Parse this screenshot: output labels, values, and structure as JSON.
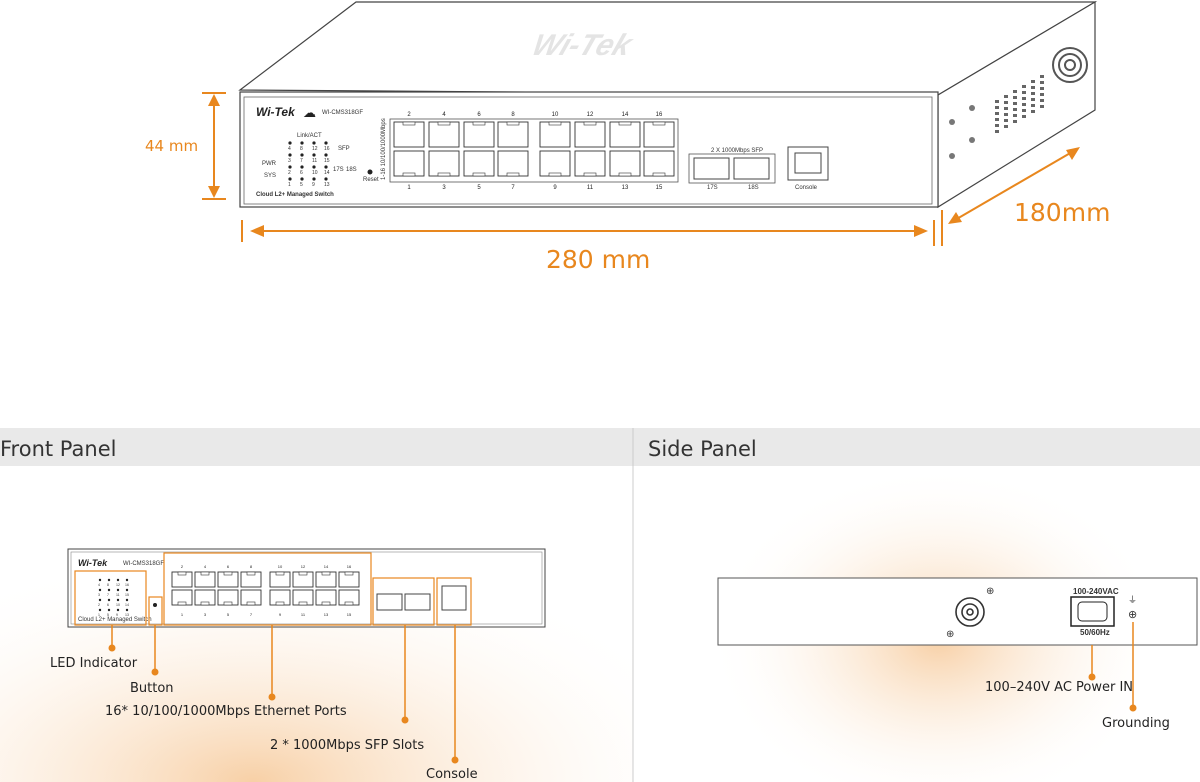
{
  "product": {
    "brand": "Wi-Tek",
    "model": "WI-CMS318GF",
    "description": "Cloud L2+ Managed Switch",
    "link_act_label": "Link/ACT",
    "pwr_label": "PWR",
    "sys_label": "SYS",
    "sfp_led_label": "SFP",
    "reset_label": "Reset",
    "port_speed_label": "1-16 10/100/1000Mbps",
    "ports_top": [
      "2",
      "4",
      "6",
      "8",
      "10",
      "12",
      "14",
      "16"
    ],
    "ports_bottom": [
      "1",
      "3",
      "5",
      "7",
      "9",
      "11",
      "13",
      "15"
    ],
    "sfp_header": "2 X 1000Mbps SFP",
    "sfp_ports": [
      "17S",
      "18S"
    ],
    "console_label": "Console",
    "led_numbers": [
      [
        "4",
        "8",
        "12",
        "16"
      ],
      [
        "3",
        "7",
        "11",
        "15"
      ],
      [
        "2",
        "6",
        "10",
        "14"
      ],
      [
        "1",
        "5",
        "9",
        "13"
      ]
    ],
    "sfp_led_numbers": [
      "17S",
      "18S"
    ]
  },
  "dimensions": {
    "height": "44 mm",
    "width": "280 mm",
    "depth": "180mm"
  },
  "sections": {
    "front_title": "Front Panel",
    "side_title": "Side Panel"
  },
  "front_callouts": {
    "led": "LED Indicator",
    "button": "Button",
    "ethernet": "16* 10/100/1000Mbps Ethernet Ports",
    "sfp": "2 * 1000Mbps SFP Slots",
    "console": "Console"
  },
  "side_panel": {
    "voltage": "100-240VAC",
    "frequency": "50/60Hz",
    "power_callout": "100–240V AC Power IN",
    "ground_callout": "Grounding"
  },
  "colors": {
    "accent": "#e8871e",
    "header_bg": "#e9e9e9"
  }
}
